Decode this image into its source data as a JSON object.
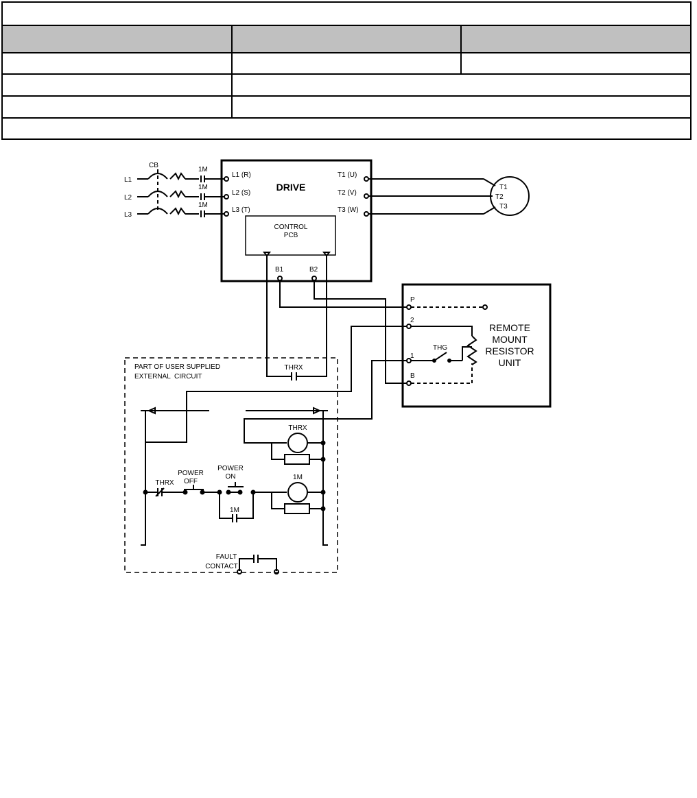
{
  "table": {
    "title": "",
    "header": [
      "",
      "",
      ""
    ],
    "row1": [
      "",
      "",
      ""
    ],
    "row2": [
      "",
      ""
    ],
    "row3": [
      "",
      ""
    ],
    "footer": ""
  },
  "diagram": {
    "lines": [
      "L1",
      "L2",
      "L3"
    ],
    "cb_label": "CB",
    "contactor_label": "1M",
    "drive_title": "DRIVE",
    "input_terminals": [
      "L1 (R)",
      "L2 (S)",
      "L3 (T)"
    ],
    "output_terminals": [
      "T1 (U)",
      "T2 (V)",
      "T3 (W)"
    ],
    "control_pcb": [
      "CONTROL",
      "PCB"
    ],
    "b_terminals": [
      "B1",
      "B2"
    ],
    "motor_terminals": [
      "T1",
      "T2",
      "T3"
    ],
    "resistor_terminals": [
      "P",
      "2",
      "1",
      "B"
    ],
    "resistor_unit": [
      "REMOTE",
      "MOUNT",
      "RESISTOR",
      "UNIT"
    ],
    "thg_label": "THG",
    "external_circuit": [
      "PART OF USER SUPPLIED",
      "EXTERNAL  CIRCUIT"
    ],
    "thrx_label": "THRX",
    "power_off": [
      "POWER",
      "OFF"
    ],
    "power_on": [
      "POWER",
      "ON"
    ],
    "fault_contact": [
      "FAULT",
      "CONTACT"
    ]
  }
}
